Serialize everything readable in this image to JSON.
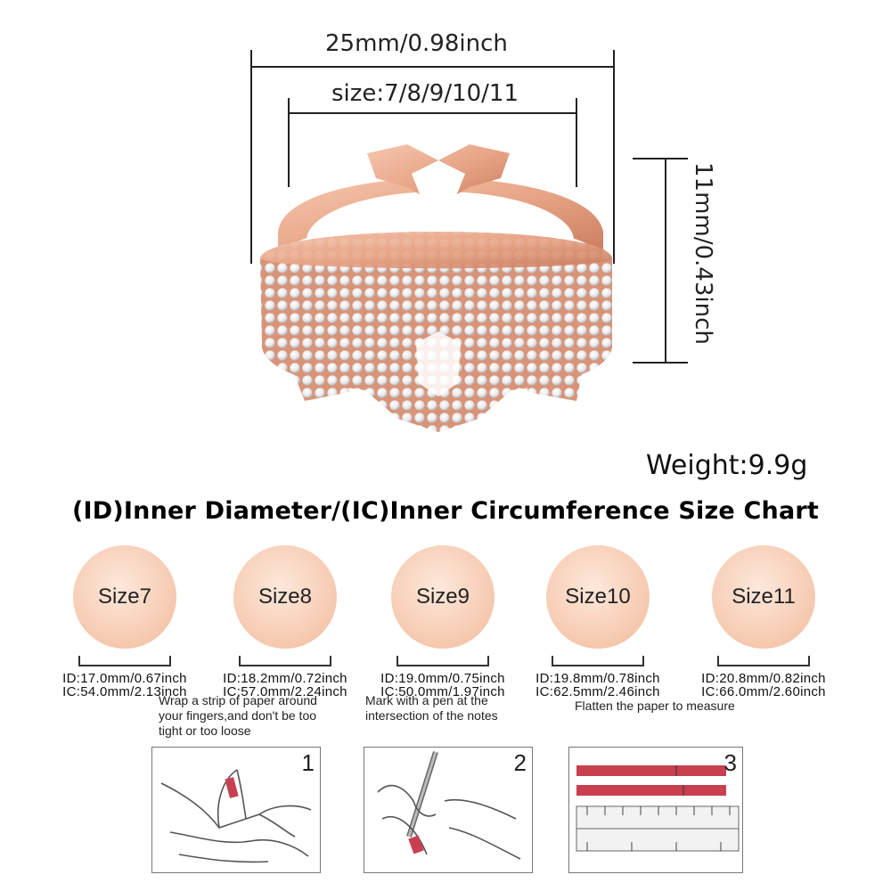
{
  "dimensions": {
    "width_total": "25mm/0.98inch",
    "size_range": "size:7/8/9/10/11",
    "height": "11mm/0.43inch"
  },
  "weight": "Weight:9.9g",
  "chart_title": "(ID)Inner Diameter/(IC)Inner Circumference Size Chart",
  "sizes": [
    {
      "label": "Size7",
      "id": "ID:17.0mm/0.67inch",
      "ic": "IC:54.0mm/2.13inch"
    },
    {
      "label": "Size8",
      "id": "ID:18.2mm/0.72inch",
      "ic": "IC:57.0mm/2.24inch"
    },
    {
      "label": "Size9",
      "id": "ID:19.0mm/0.75inch",
      "ic": "IC:50.0mm/1.97inch"
    },
    {
      "label": "Size10",
      "id": "ID:19.8mm/0.78inch",
      "ic": "IC:62.5mm/2.46inch"
    },
    {
      "label": "Size11",
      "id": "ID:20.8mm/0.82inch",
      "ic": "IC:66.0mm/2.60inch"
    }
  ],
  "steps": [
    {
      "number": "1",
      "text_lines": [
        "Wrap a strip of paper around",
        "your fingers,and don't be too",
        "tight or too loose"
      ]
    },
    {
      "number": "2",
      "text_lines": [
        "Mark with a pen at the",
        "intersection of the notes"
      ]
    },
    {
      "number": "3",
      "text_lines": [
        "Flatten the paper to measure"
      ]
    }
  ],
  "colors": {
    "rose_gold": "#e8a587",
    "circle": "#f7cdb5",
    "paper_strip": "#c8404f"
  }
}
